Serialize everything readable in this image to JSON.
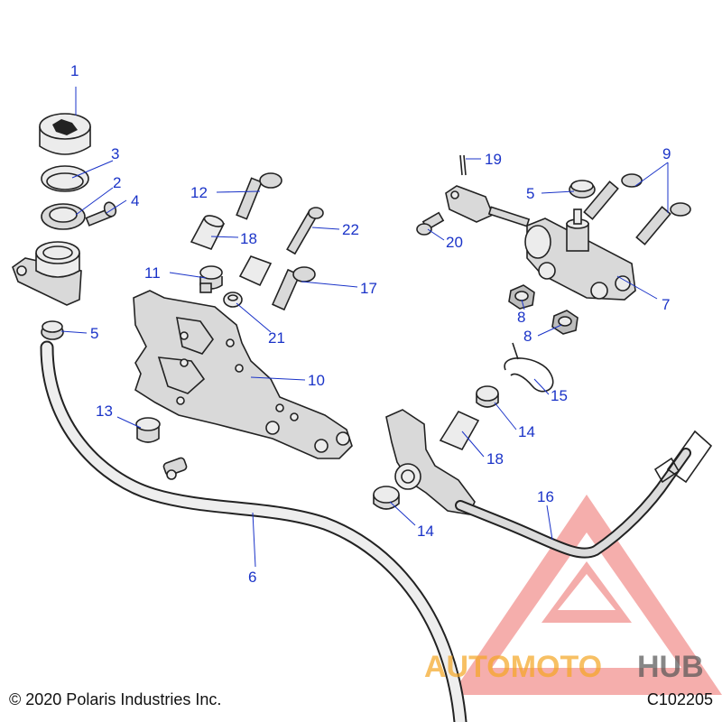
{
  "callouts": [
    "1",
    "2",
    "3",
    "4",
    "5",
    "5",
    "6",
    "7",
    "8",
    "8",
    "9",
    "10",
    "11",
    "12",
    "13",
    "14",
    "14",
    "15",
    "16",
    "17",
    "18",
    "18",
    "19",
    "20",
    "21",
    "22"
  ],
  "footer": {
    "copyright": "© 2020 Polaris Industries Inc.",
    "diagram_code": "C102205"
  },
  "watermark": {
    "text_orange": "AUTOMOTO",
    "text_gray": "HUB",
    "colors": {
      "triangle": "#e53935",
      "orange": "#f5a623",
      "gray": "#555555"
    }
  }
}
